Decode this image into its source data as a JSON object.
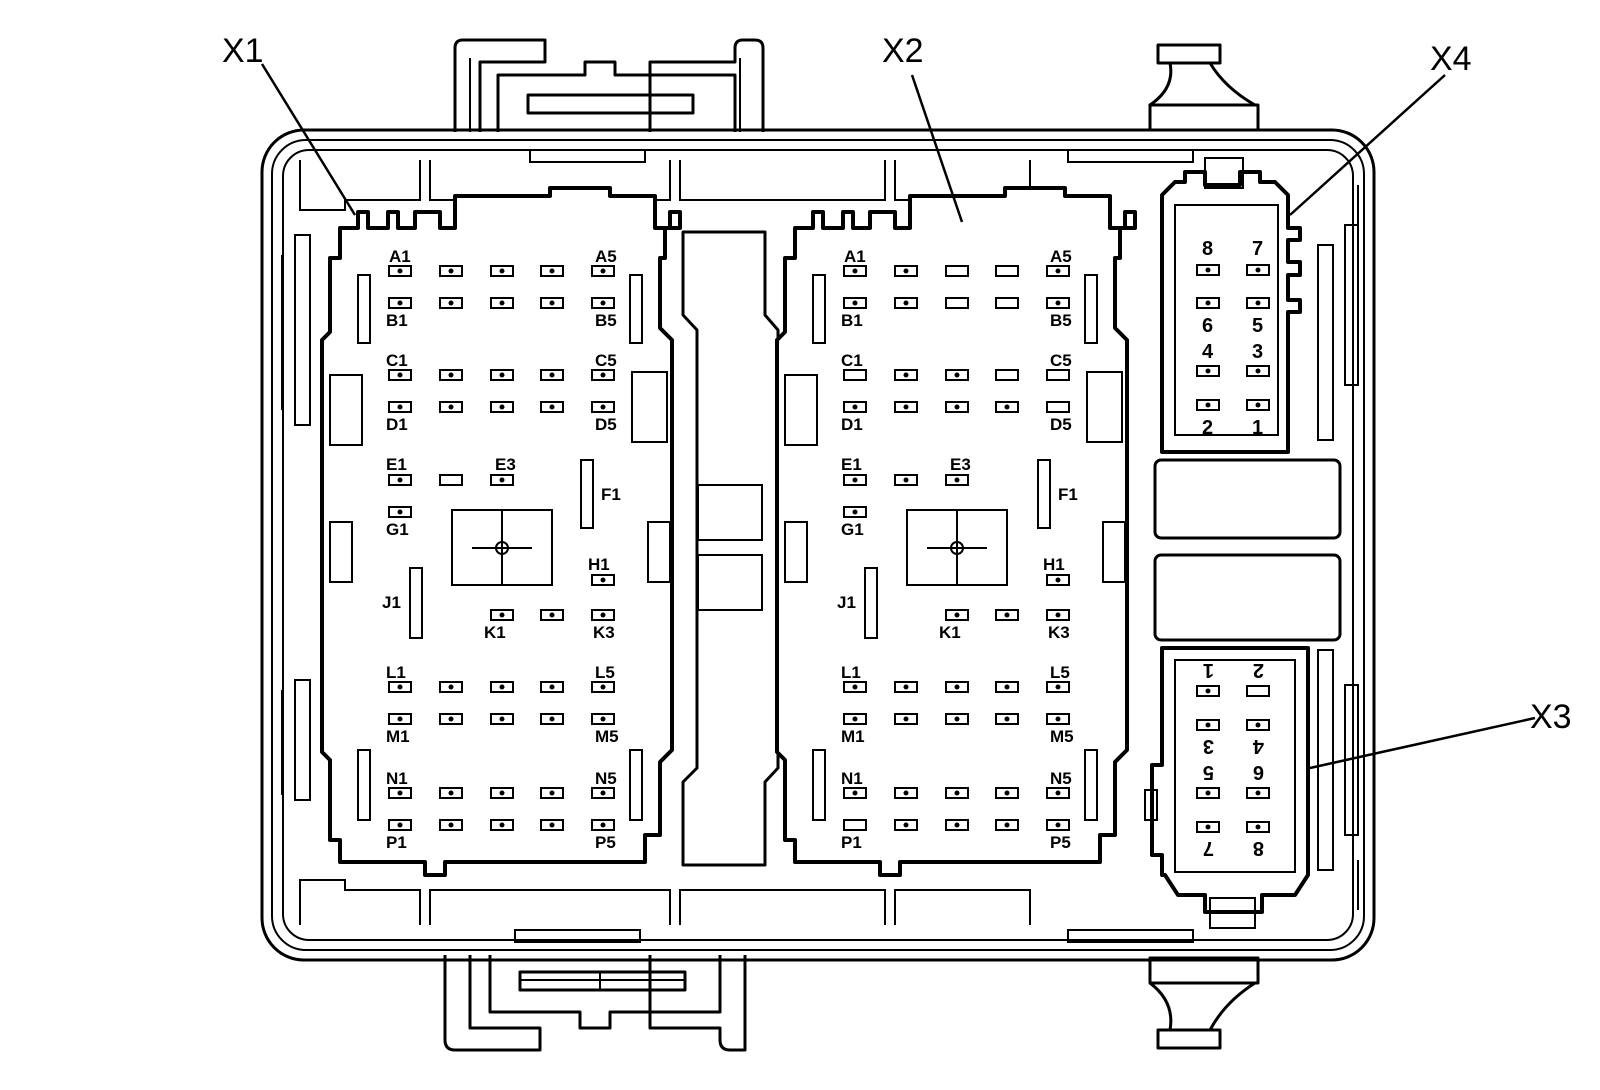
{
  "callouts": {
    "x1": "X1",
    "x2": "X2",
    "x3": "X3",
    "x4": "X4"
  },
  "x1_labels": {
    "a1": "A1",
    "a5": "A5",
    "b1": "B1",
    "b5": "B5",
    "c1": "C1",
    "c5": "C5",
    "d1": "D1",
    "d5": "D5",
    "e1": "E1",
    "e3": "E3",
    "f1": "F1",
    "g1": "G1",
    "h1": "H1",
    "j1": "J1",
    "k1": "K1",
    "k3": "K3",
    "l1": "L1",
    "l5": "L5",
    "m1": "M1",
    "m5": "M5",
    "n1": "N1",
    "n5": "N5",
    "p1": "P1",
    "p5": "P5"
  },
  "x2_labels": {
    "a1": "A1",
    "a5": "A5",
    "b1": "B1",
    "b5": "B5",
    "c1": "C1",
    "c5": "C5",
    "d1": "D1",
    "d5": "D5",
    "e1": "E1",
    "e3": "E3",
    "f1": "F1",
    "g1": "G1",
    "h1": "H1",
    "j1": "J1",
    "k1": "K1",
    "k3": "K3",
    "l1": "L1",
    "l5": "L5",
    "m1": "M1",
    "m5": "M5",
    "n1": "N1",
    "n5": "N5",
    "p1": "P1",
    "p5": "P5"
  },
  "x4_labels": {
    "p8": "8",
    "p7": "7",
    "p6": "6",
    "p5": "5",
    "p4": "4",
    "p3": "3",
    "p2": "2",
    "p1": "1"
  },
  "x3_labels": {
    "p1": "1",
    "p2": "2",
    "p3": "3",
    "p4": "4",
    "p5": "5",
    "p6": "6",
    "p7": "7",
    "p8": "8"
  }
}
